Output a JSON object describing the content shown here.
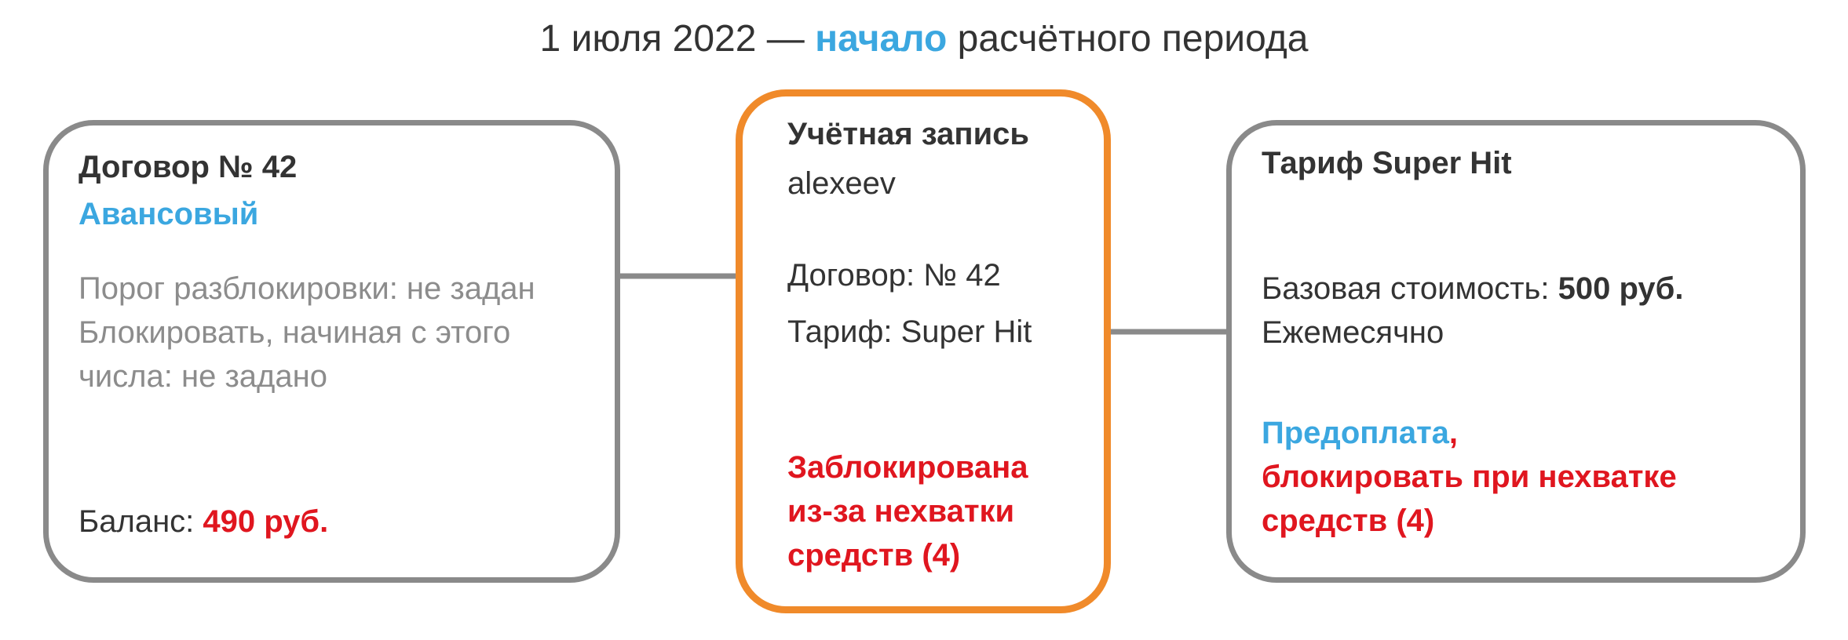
{
  "header": {
    "prefix": "1 июля 2022 — ",
    "highlight": "начало",
    "suffix": " расчётного периода"
  },
  "contract": {
    "title": "Договор № 42",
    "type": "Авансовый",
    "threshold_line": "Порог разблокировки: не задан",
    "block_line_1": "Блокировать, начиная с этого",
    "block_line_2": "числа: не задано",
    "balance_label": "Баланс: ",
    "balance_value": "490 руб."
  },
  "account": {
    "title": "Учётная запись",
    "login": "alexeev",
    "contract_line": "Договор: № 42",
    "tariff_line": "Тариф: Super Hit",
    "status_1": "Заблокирована",
    "status_2": "из-за нехватки",
    "status_3": "средств (4)"
  },
  "tariff": {
    "title": "Тариф Super Hit",
    "cost_label": "Базовая стоимость: ",
    "cost_value": "500 руб.",
    "period": "Ежемесячно",
    "prepay": "Предоплата",
    "prepay_comma": ",",
    "block_1": "блокировать при нехватке",
    "block_2": "средств (4)"
  },
  "colors": {
    "accent_blue": "#3ba7e0",
    "alert_red": "#e0161f",
    "frame_orange": "#f08a2a",
    "frame_grey": "#8a8a8a"
  }
}
